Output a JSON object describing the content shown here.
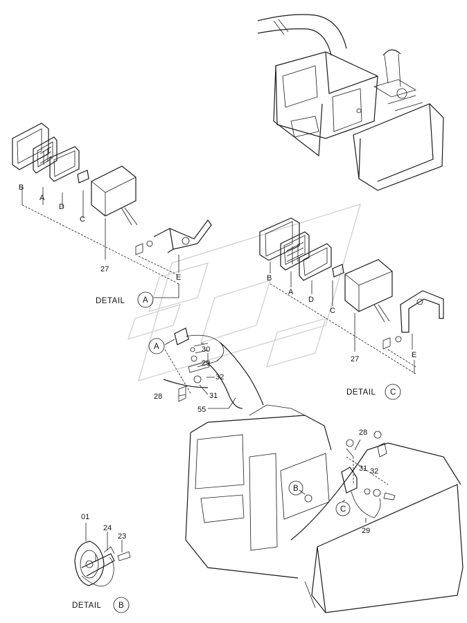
{
  "details": [
    {
      "word": "DETAIL",
      "letter": "A"
    },
    {
      "word": "DETAIL",
      "letter": "B"
    },
    {
      "word": "DETAIL",
      "letter": "C"
    }
  ],
  "refs": {
    "a_on_cab": "A",
    "b_on_cab": "B",
    "c_on_cab": "C"
  },
  "detailA": {
    "letters": [
      "B",
      "A",
      "D",
      "C",
      "E"
    ],
    "part": "27"
  },
  "detailC": {
    "letters": [
      "B",
      "A",
      "D",
      "C",
      "E"
    ],
    "part": "27"
  },
  "detailB": {
    "parts": [
      "01",
      "24",
      "23"
    ]
  },
  "boom": {
    "parts": [
      "30",
      "29",
      "32",
      "31",
      "28",
      "55"
    ]
  },
  "cab": {
    "parts": [
      "28",
      "31",
      "32",
      "29"
    ]
  }
}
